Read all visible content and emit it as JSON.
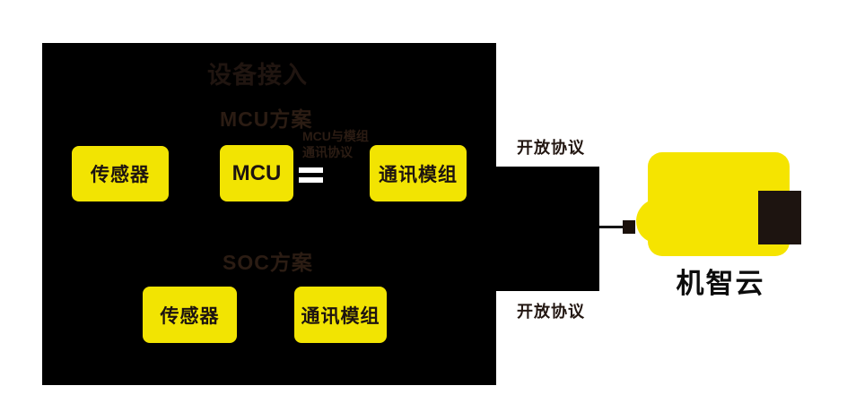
{
  "diagram": {
    "device_panel": {
      "title": "设备接入",
      "mcu_scheme": {
        "label": "MCU方案",
        "sensor": "传感器",
        "mcu": "MCU",
        "comm_module": "通讯模组",
        "link_note_line1": "MCU与模组",
        "link_note_line2": "通讯协议"
      },
      "soc_scheme": {
        "label": "SOC方案",
        "sensor": "传感器",
        "comm_module": "通讯模组"
      }
    },
    "connections": {
      "top_link_label": "开放协议",
      "bottom_link_label": "开放协议"
    },
    "cloud": {
      "label": "机智云"
    },
    "colors": {
      "accent_yellow": "#F2E402",
      "cloud_yellow": "#F5E400",
      "panel_black": "#000000",
      "dark_text": "#2B1C13",
      "link_white": "#FFFFFF"
    }
  }
}
